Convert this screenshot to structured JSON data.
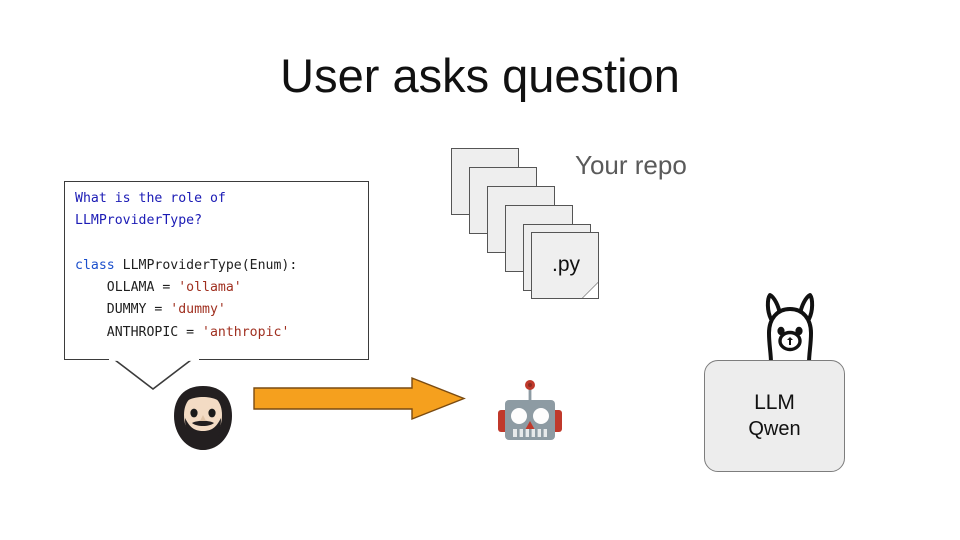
{
  "slide": {
    "title": "User asks question",
    "background_color": "#ffffff"
  },
  "speech_bubble": {
    "name": "user-question-code-bubble",
    "question_line1": "What is the role of",
    "question_line2": "LLMProviderType?",
    "code": {
      "keyword": "class",
      "class_signature": " LLMProviderType(Enum):",
      "members": [
        {
          "name": "    OLLAMA = ",
          "value": "'ollama'"
        },
        {
          "name": "    DUMMY = ",
          "value": "'dummy'"
        },
        {
          "name": "    ANTHROPIC = ",
          "value": "'anthropic'"
        }
      ]
    },
    "colors": {
      "question_text": "#1b1bb5",
      "keyword": "#1b4fcc",
      "string": "#a03020",
      "plain": "#1f1f1f",
      "border": "#3b3b3b",
      "fill": "#ffffff"
    }
  },
  "repo": {
    "label": "Your repo",
    "label_color": "#5a5a5a",
    "file_label": ".py",
    "card_count": 6,
    "card_fill": "#eeeeee",
    "card_border": "#555555"
  },
  "arrow": {
    "name": "flow-arrow",
    "color": "#F5A01E",
    "outline": "#7a4b12",
    "direction": "right"
  },
  "actors": {
    "user_icon": "bearded-person-emoji",
    "agent_icon": "robot-emoji"
  },
  "llm": {
    "icon": "llama-ollama-logo",
    "line1": "LLM",
    "line2": "Qwen",
    "fill": "#ededed",
    "border": "#7d7d7d"
  }
}
